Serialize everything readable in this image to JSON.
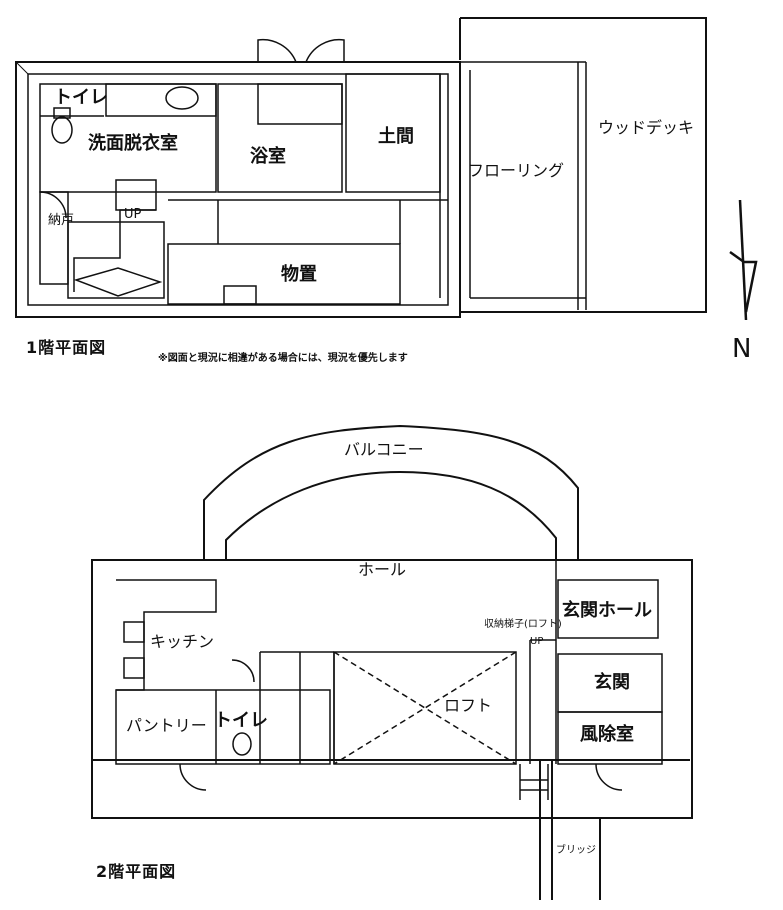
{
  "floor1": {
    "title": "1階平面図",
    "note": "※図面と現況に相違がある場合には、現況を優先します",
    "rooms": {
      "toilet": "トイレ",
      "washroom": "洗面脱衣室",
      "bathroom": "浴室",
      "doma": "土間",
      "flooring": "フローリング",
      "wooddeck": "ウッドデッキ",
      "storage_closet": "納戸",
      "storage": "物置",
      "stairs_up": "UP"
    },
    "north": "N"
  },
  "floor2": {
    "title": "2階平面図",
    "rooms": {
      "balcony": "バルコニー",
      "hall": "ホール",
      "kitchen": "キッチン",
      "entrance_hall": "玄関ホール",
      "entrance": "玄関",
      "windbreak": "風除室",
      "loft": "ロフト",
      "pantry": "パントリー",
      "toilet": "トイレ",
      "loft_ladder": "収納梯子(ロフト)",
      "up": "UP",
      "bridge": "ブリッジ"
    }
  }
}
